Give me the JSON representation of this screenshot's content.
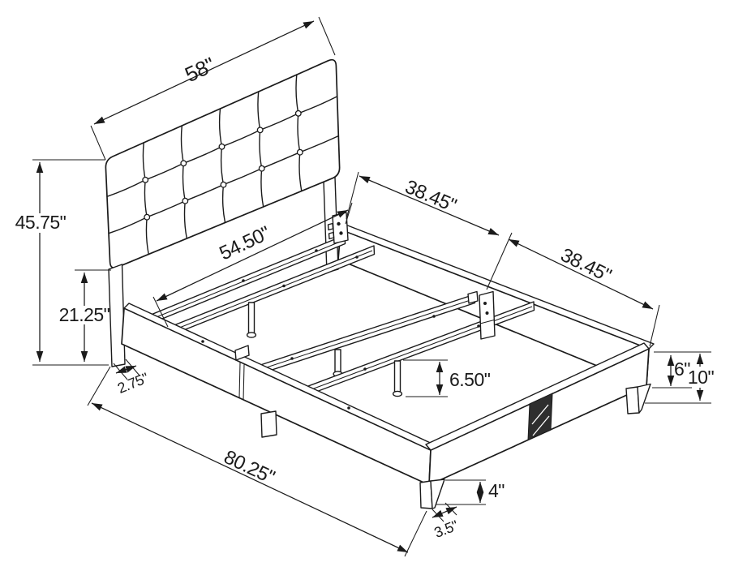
{
  "diagram_type": "bed-frame-dimension-drawing",
  "colors": {
    "line": "#1b1b1b",
    "background": "#ffffff",
    "strap": "#2e2e2e"
  },
  "dimensions": {
    "headboard_width": "58\"",
    "headboard_height": "45.75\"",
    "headboard_lower_height": "21.25\"",
    "headboard_leg_depth": "2.75\"",
    "overall_length": "80.25\"",
    "cross_rail_length": "54.50\"",
    "side_rail_front_section": "38.45\"",
    "side_rail_back_section": "38.45\"",
    "support_leg_height": "6.50\"",
    "rail_board_height": "6\"",
    "floor_to_rail_top": "10\"",
    "corner_leg_height": "4\"",
    "corner_leg_width": "3.5\""
  }
}
